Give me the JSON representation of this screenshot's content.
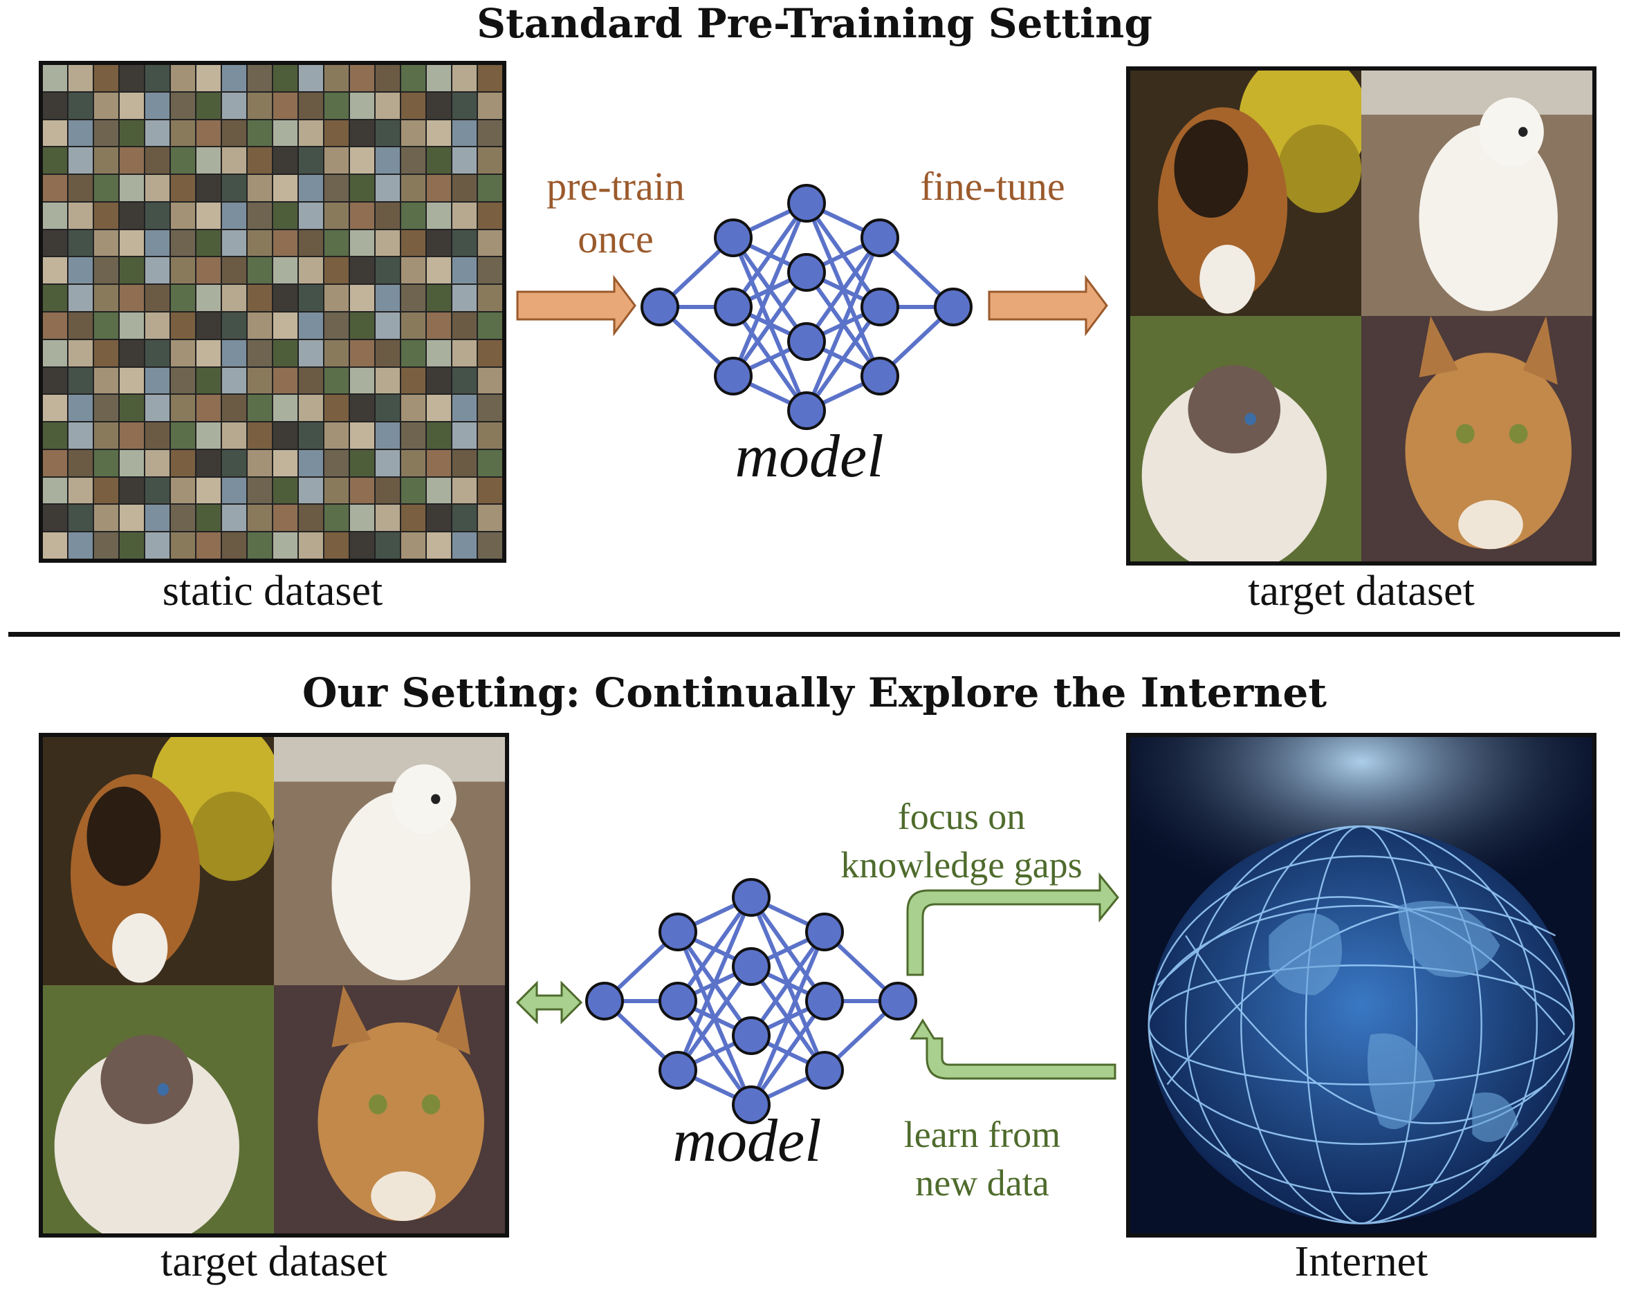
{
  "top": {
    "title": "Standard Pre-Training Setting",
    "left_caption": "static dataset",
    "right_caption": "target dataset",
    "arrow_left_label": [
      "pre-train",
      "once"
    ],
    "arrow_right_label": "fine-tune",
    "model_label": "model"
  },
  "bottom": {
    "title": "Our Setting: Continually Explore the Internet",
    "left_caption": "target dataset",
    "right_caption": "Internet",
    "upper_arrow_label": [
      "focus on",
      "knowledge gaps"
    ],
    "lower_arrow_label": [
      "learn from",
      "new data"
    ],
    "model_label": "model"
  },
  "colors": {
    "node": "#5b72c9",
    "node_stroke": "#111111",
    "edge": "#5b72c9",
    "orange_arrow": "#e9a878",
    "orange_text": "#9b5a2c",
    "green_arrow": "#a9d08e",
    "green_text": "#4e6b2c"
  },
  "icons": [
    "boxer-dog-photo",
    "samoyed-dog-photo",
    "birman-cat-photo",
    "tabby-cat-photo",
    "globe-network-image",
    "image-mosaic"
  ]
}
